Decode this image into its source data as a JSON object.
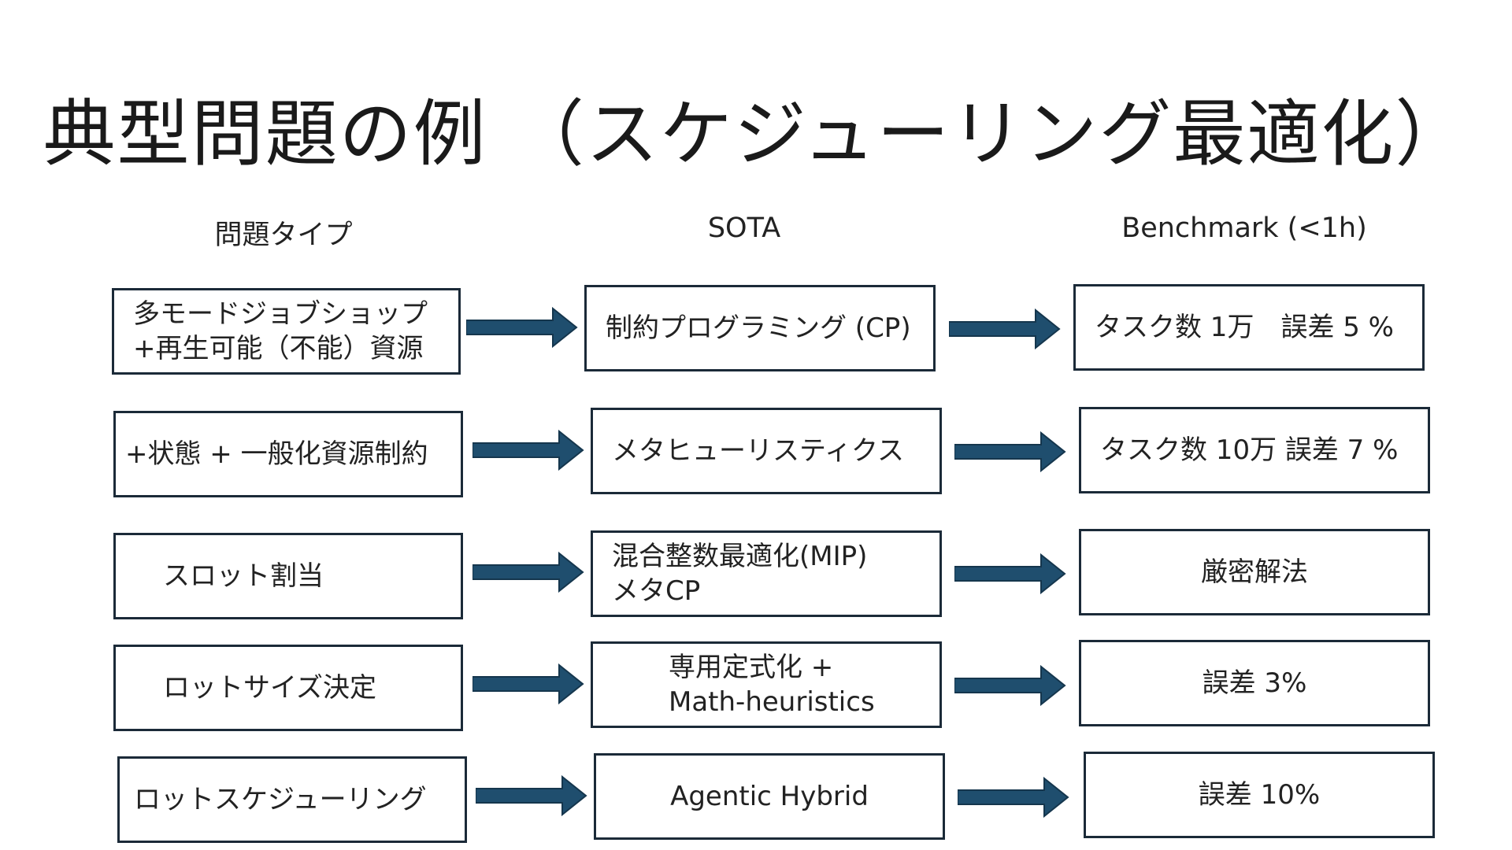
{
  "title": "典型問題の例 （スケジューリング最適化）",
  "headers": {
    "problem_type": "問題タイプ",
    "sota": "SOTA",
    "benchmark": "Benchmark (<1h)"
  },
  "rows": [
    {
      "problem": [
        "多モードジョブショップ",
        "+再生可能（不能）資源"
      ],
      "sota": [
        "制約プログラミング (CP)"
      ],
      "benchmark": [
        "タスク数 1万　誤差 5 %"
      ]
    },
    {
      "problem": [
        "+状態 + 一般化資源制約"
      ],
      "sota": [
        "メタヒューリスティクス"
      ],
      "benchmark": [
        "タスク数 10万  誤差 7 %"
      ]
    },
    {
      "problem": [
        "スロット割当"
      ],
      "sota": [
        "混合整数最適化(MIP)",
        "メタCP"
      ],
      "benchmark": [
        "厳密解法"
      ]
    },
    {
      "problem": [
        "ロットサイズ決定"
      ],
      "sota": [
        "専用定式化 +",
        "Math-heuristics"
      ],
      "benchmark": [
        "誤差 3%"
      ]
    },
    {
      "problem": [
        "ロットスケジューリング"
      ],
      "sota": [
        "Agentic Hybrid"
      ],
      "benchmark": [
        "誤差 10%"
      ]
    }
  ],
  "colors": {
    "arrow_fill": "#1f4e6e",
    "box_border": "#1b2a38"
  },
  "icons": {
    "flow_arrow": "right-arrow-icon"
  }
}
